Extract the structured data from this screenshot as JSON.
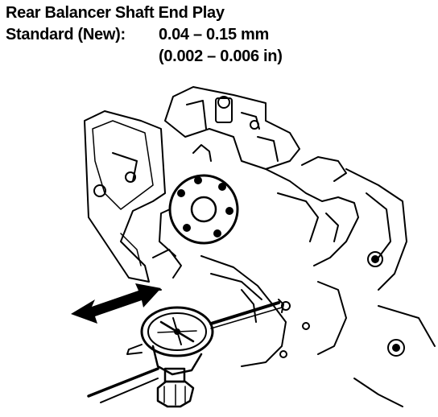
{
  "spec": {
    "title": "Rear Balancer Shaft End Play",
    "standard_label": "Standard (New):",
    "standard_value_mm": "0.04 – 0.15 mm",
    "standard_value_in": "(0.002 – 0.006 in)"
  },
  "illustration": {
    "colors": {
      "ink": "#000000",
      "paper": "#ffffff"
    },
    "icons": [
      "dial-indicator-icon",
      "movement-arrow-icon",
      "balancer-gear-icon"
    ]
  }
}
